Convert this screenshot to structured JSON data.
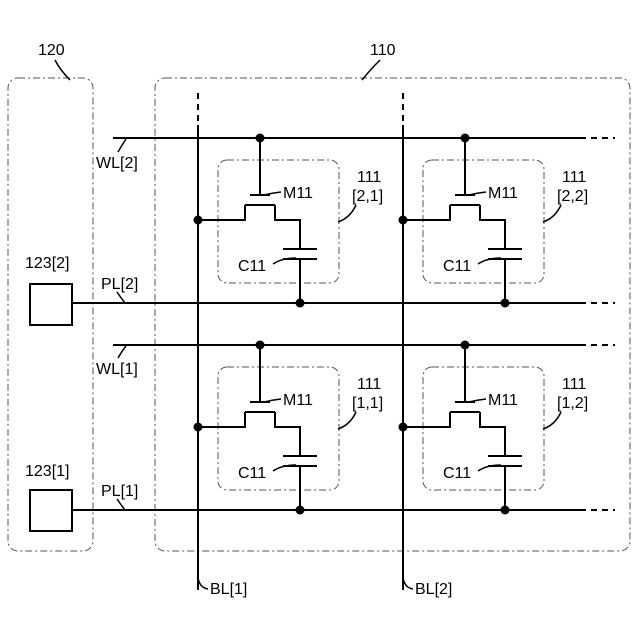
{
  "figure": {
    "labels": {
      "driver_block": "120",
      "array_block": "110",
      "wordlines": [
        "WL[2]",
        "WL[1]"
      ],
      "platelines": [
        "PL[2]",
        "PL[1]"
      ],
      "bitlines": [
        "BL[1]",
        "BL[2]"
      ],
      "drivers": [
        "123[2]",
        "123[1]"
      ]
    },
    "cells": [
      {
        "id_line1": "111",
        "id_line2": "[2,1]",
        "transistor": "M11",
        "capacitor": "C11"
      },
      {
        "id_line1": "111",
        "id_line2": "[2,2]",
        "transistor": "M11",
        "capacitor": "C11"
      },
      {
        "id_line1": "111",
        "id_line2": "[1,1]",
        "transistor": "M11",
        "capacitor": "C11"
      },
      {
        "id_line1": "111",
        "id_line2": "[1,2]",
        "transistor": "M11",
        "capacitor": "C11"
      }
    ]
  }
}
